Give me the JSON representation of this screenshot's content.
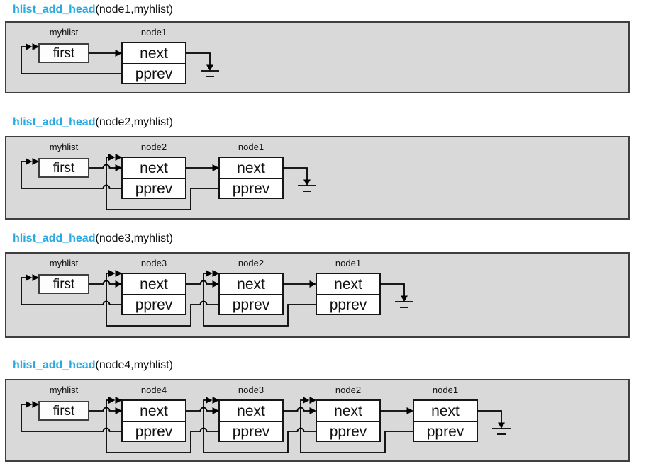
{
  "colors": {
    "accent": "#29a9e2",
    "panel_bg": "#d9d9d9",
    "panel_border": "#3f3f3f",
    "box_fill": "#ffffff",
    "line": "#000000"
  },
  "head": {
    "label": "myhlist",
    "first": "first"
  },
  "fields": {
    "next": "next",
    "pprev": "pprev"
  },
  "panels": [
    {
      "fn": "hlist_add_head",
      "args": "(node1,myhlist)",
      "nodes": [
        {
          "name": "node1"
        }
      ]
    },
    {
      "fn": "hlist_add_head",
      "args": "(node2,myhlist)",
      "nodes": [
        {
          "name": "node2"
        },
        {
          "name": "node1"
        }
      ]
    },
    {
      "fn": "hlist_add_head",
      "args": "(node3,myhlist)",
      "nodes": [
        {
          "name": "node3"
        },
        {
          "name": "node2"
        },
        {
          "name": "node1"
        }
      ]
    },
    {
      "fn": "hlist_add_head",
      "args": "(node4,myhlist)",
      "nodes": [
        {
          "name": "node4"
        },
        {
          "name": "node3"
        },
        {
          "name": "node2"
        },
        {
          "name": "node1"
        }
      ]
    }
  ]
}
